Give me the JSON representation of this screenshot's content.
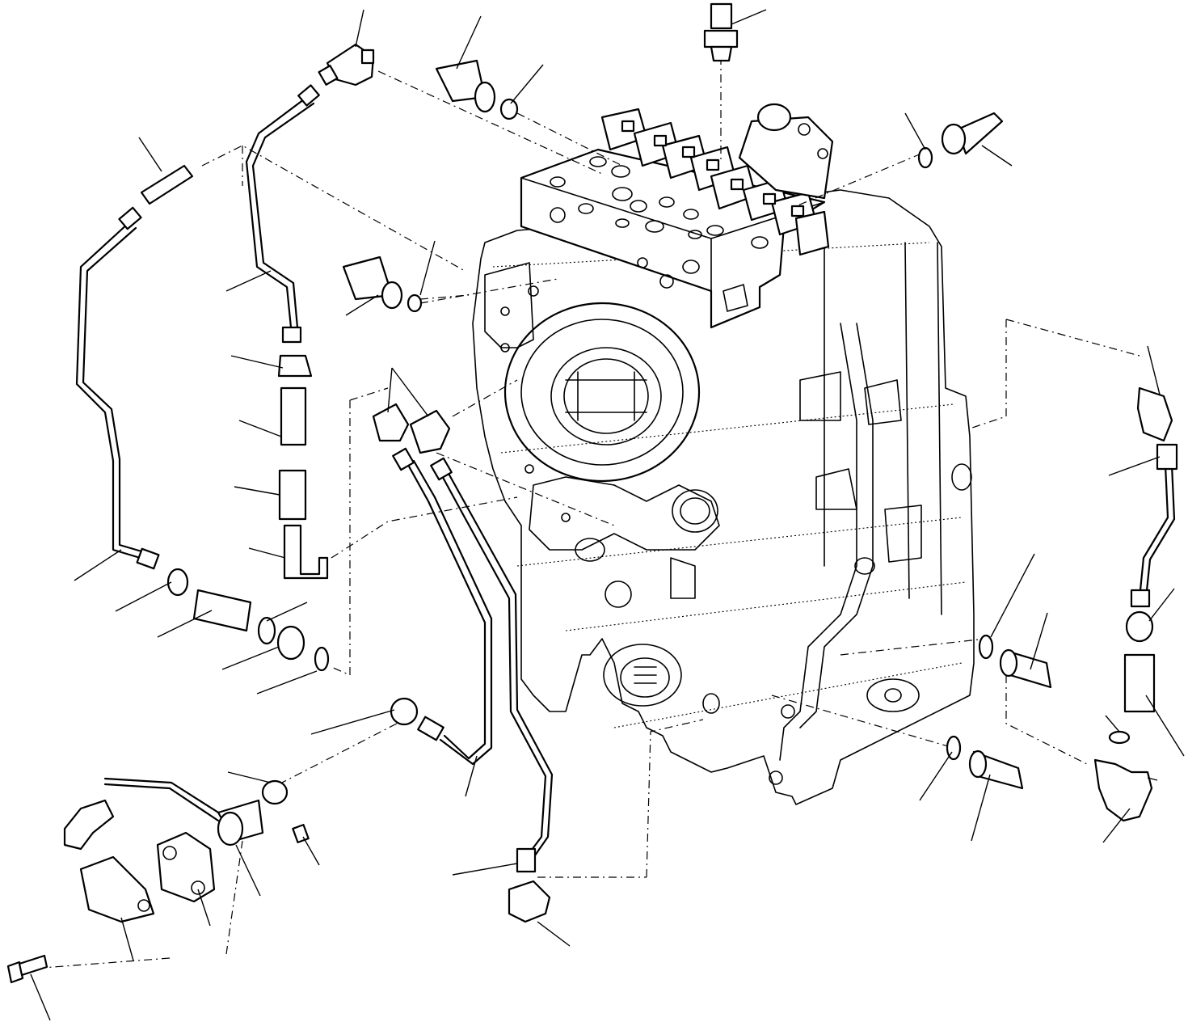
{
  "diagram": {
    "labels": [],
    "parts": [
      "transmission-housing",
      "control-valve-block",
      "solenoid-valves",
      "pressure-sensors",
      "hydraulic-pipes",
      "elbow-fittings",
      "adapters",
      "o-rings",
      "speed-sensor",
      "gasket",
      "cover",
      "bolt"
    ]
  }
}
